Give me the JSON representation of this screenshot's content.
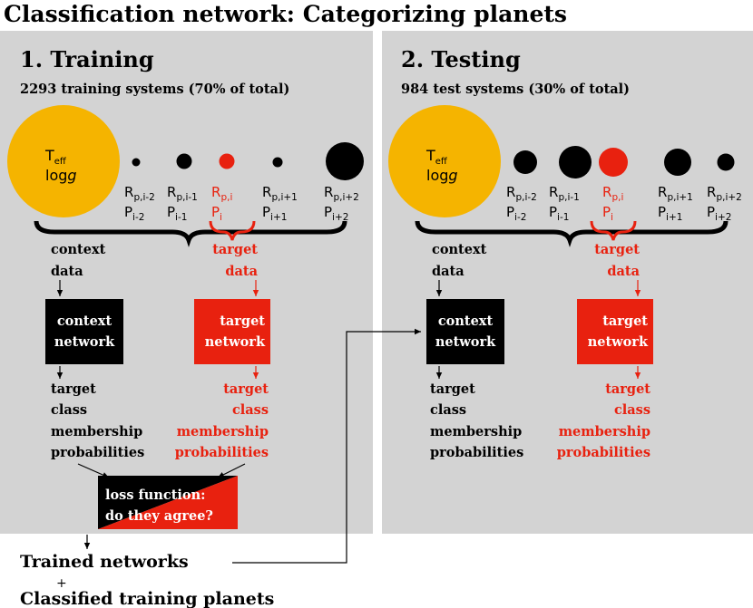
{
  "title": "Classification network: Categorizing planets",
  "colors": {
    "panel": "#d3d3d3",
    "star": "#f5b400",
    "accent": "#e8210f",
    "black": "#000000",
    "white": "#ffffff"
  },
  "training": {
    "heading": "1. Training",
    "subtitle": "2293 training systems (70% of total)",
    "star": {
      "line1": "T",
      "line1_sub": "eff",
      "line2": "log",
      "line2_italic": "g"
    },
    "planet_labels": [
      {
        "r": "R",
        "r_sub": "p,i-2",
        "p": "P",
        "p_sub": "i-2",
        "target": false
      },
      {
        "r": "R",
        "r_sub": "p,i-1",
        "p": "P",
        "p_sub": "i-1",
        "target": false
      },
      {
        "r": "R",
        "r_sub": "p,i",
        "p": "P",
        "p_sub": "i",
        "target": true
      },
      {
        "r": "R",
        "r_sub": "p,i+1",
        "p": "P",
        "p_sub": "i+1",
        "target": false
      },
      {
        "r": "R",
        "r_sub": "p,i+2",
        "p": "P",
        "p_sub": "i+2",
        "target": false
      }
    ],
    "context_data": [
      "context",
      "data"
    ],
    "target_data": [
      "target",
      "data"
    ],
    "context_network": [
      "context",
      "network"
    ],
    "target_network": [
      "target",
      "network"
    ],
    "context_output": [
      "target",
      "class",
      "membership",
      "probabilities"
    ],
    "target_output": [
      "target",
      "class",
      "membership",
      "probabilities"
    ],
    "loss_box": [
      "loss function:",
      "do they agree?"
    ]
  },
  "testing": {
    "heading": "2. Testing",
    "subtitle": "984 test systems (30% of total)",
    "star": {
      "line1": "T",
      "line1_sub": "eff",
      "line2": "log",
      "line2_italic": "g"
    },
    "planet_labels": [
      {
        "r": "R",
        "r_sub": "p,i-2",
        "p": "P",
        "p_sub": "i-2",
        "target": false
      },
      {
        "r": "R",
        "r_sub": "p,i-1",
        "p": "P",
        "p_sub": "i-1",
        "target": false
      },
      {
        "r": "R",
        "r_sub": "p,i",
        "p": "P",
        "p_sub": "i",
        "target": true
      },
      {
        "r": "R",
        "r_sub": "p,i+1",
        "p": "P",
        "p_sub": "i+1",
        "target": false
      },
      {
        "r": "R",
        "r_sub": "p,i+2",
        "p": "P",
        "p_sub": "i+2",
        "target": false
      }
    ],
    "context_data": [
      "context",
      "data"
    ],
    "target_data": [
      "target",
      "data"
    ],
    "context_network": [
      "context",
      "network"
    ],
    "target_network": [
      "target",
      "network"
    ],
    "context_output": [
      "target",
      "class",
      "membership",
      "probabilities"
    ],
    "target_output": [
      "target",
      "class",
      "membership",
      "probabilities"
    ]
  },
  "bottom": {
    "trained": "Trained networks",
    "plus": "+",
    "classified": "Classified training planets"
  }
}
